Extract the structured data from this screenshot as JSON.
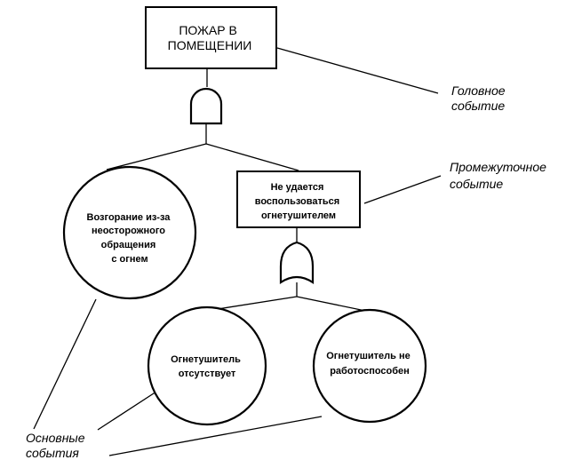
{
  "top_event": {
    "lines": [
      "ПОЖАР  В",
      "ПОМЕЩЕНИИ"
    ]
  },
  "intermediate_event": {
    "lines": [
      "Не удается",
      "воспользоваться",
      "огнетушителем"
    ]
  },
  "basic_events": {
    "ignition": [
      "Возгорание из-за",
      "неосторожного",
      "обращения",
      "с огнем"
    ],
    "extinguisher_missing": [
      "Огнетушитель",
      "отсутствует"
    ],
    "extinguisher_broken": [
      "Огнетушитель не",
      "работоспособен"
    ]
  },
  "annotations": {
    "top": [
      "Головное",
      "событие"
    ],
    "intermediate": [
      "Промежуточное",
      "событие"
    ],
    "basic": [
      "Основные",
      "события"
    ]
  },
  "gates": {
    "top_gate": "and-gate-icon",
    "intermediate_gate": "or-gate-icon"
  }
}
